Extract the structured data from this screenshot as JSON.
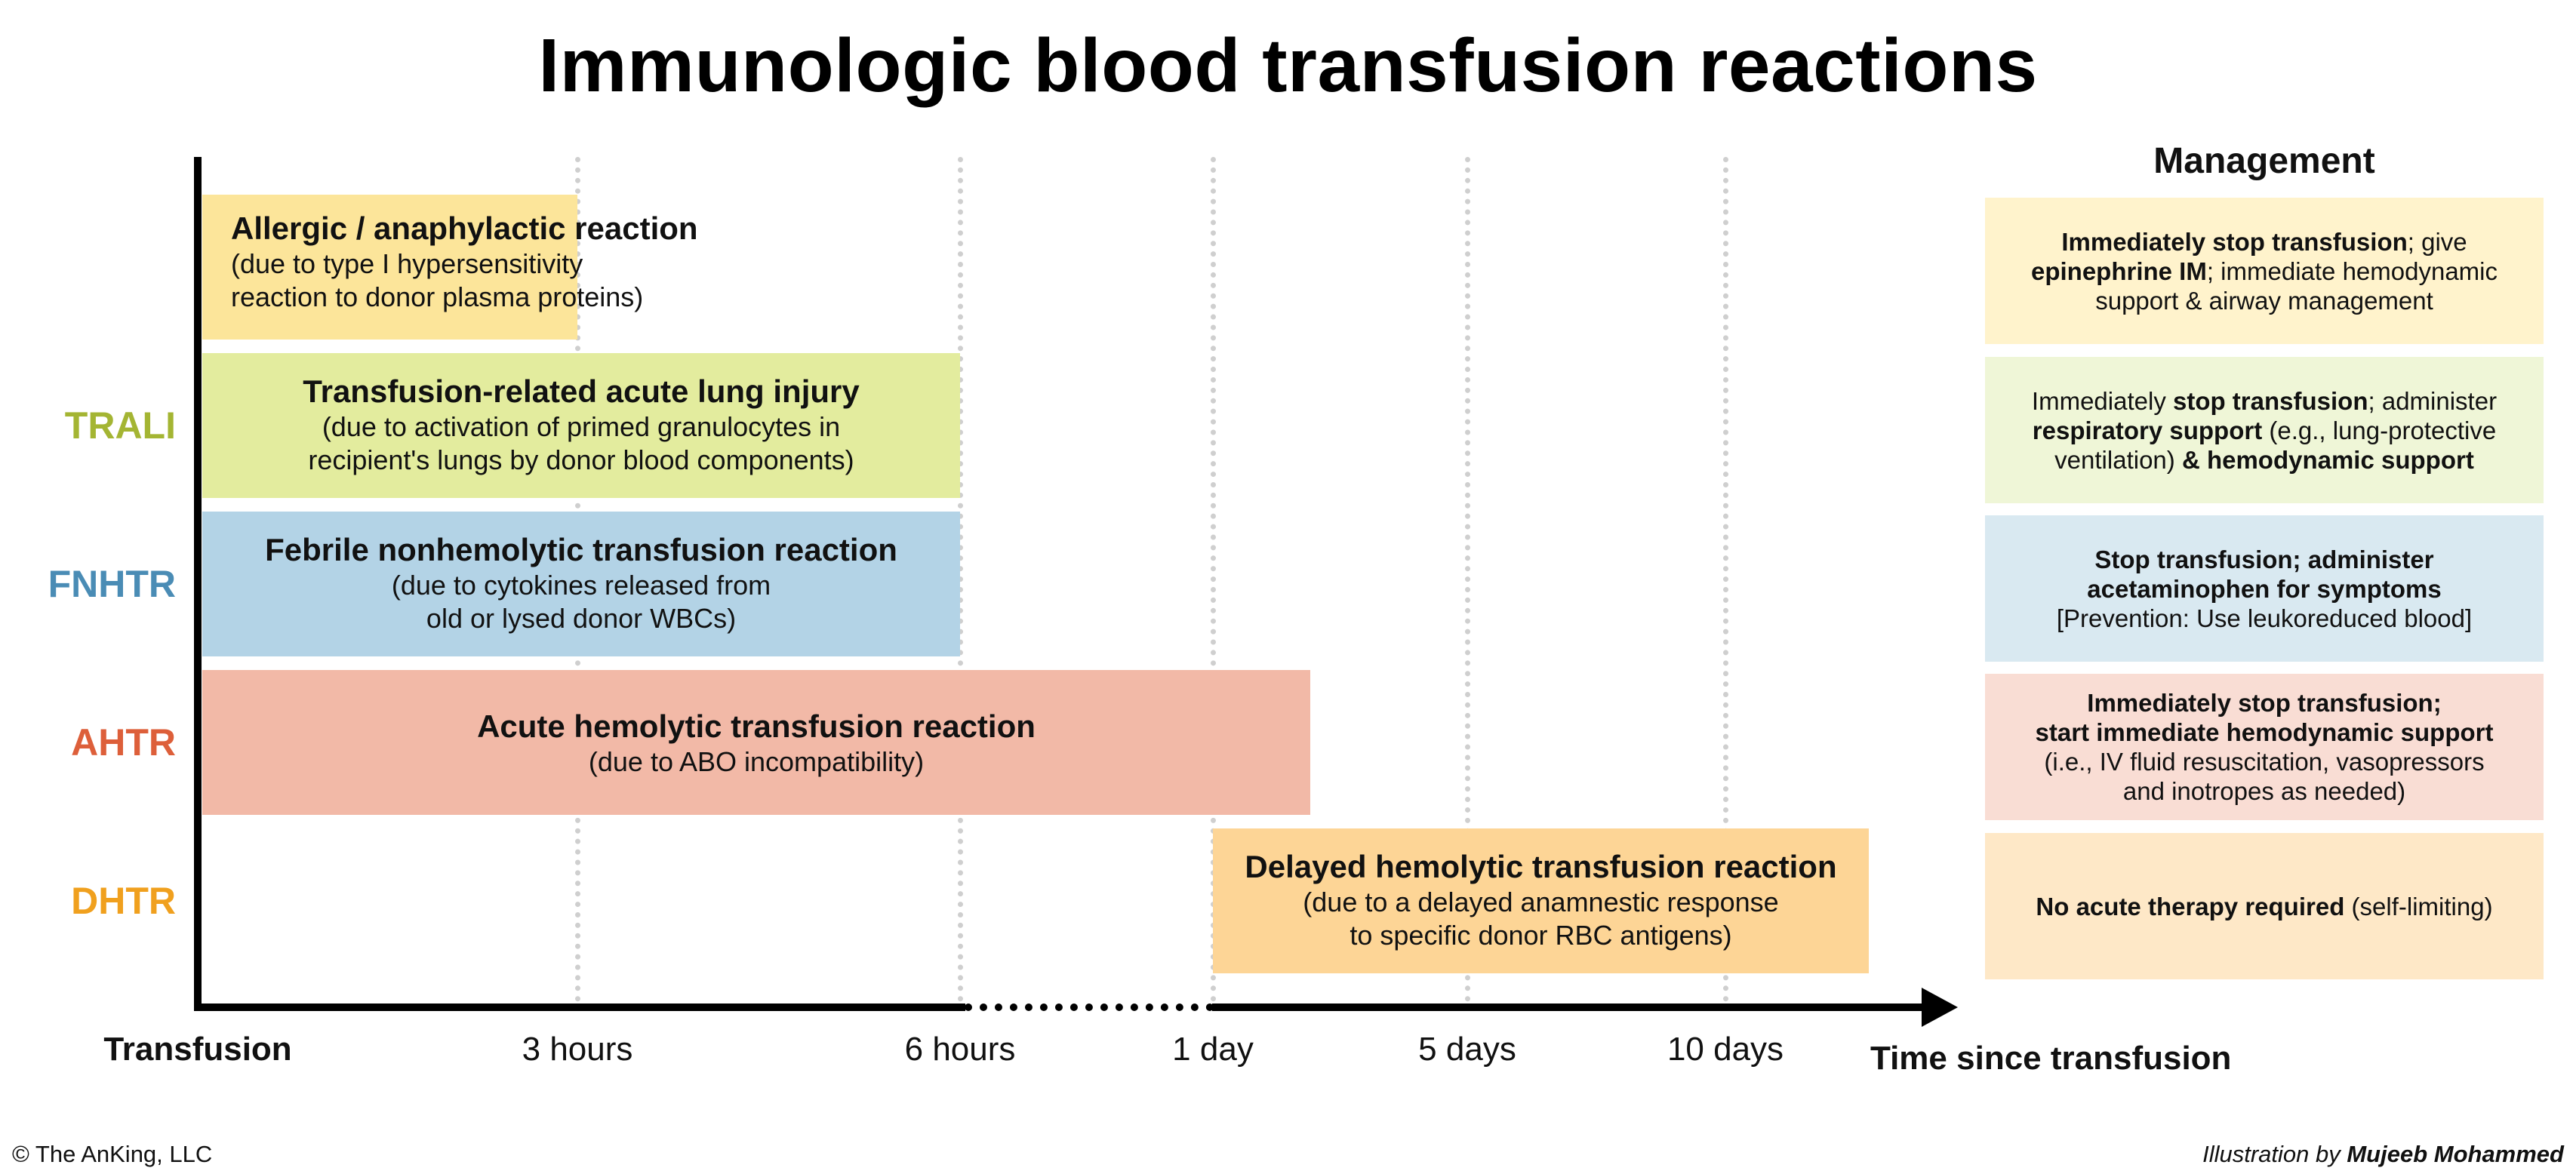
{
  "title": "Immunologic blood transfusion reactions",
  "x_axis": {
    "title": "Time since transfusion",
    "ticks": [
      "Transfusion",
      "3 hours",
      "6 hours",
      "1 day",
      "5 days",
      "10 days"
    ]
  },
  "rows": [
    {
      "abbr": "",
      "name": "Allergic / anaphylactic reaction",
      "cause_lines": [
        "(due to type I hypersensitivity",
        "reaction to donor plasma proteins)"
      ],
      "color": "#fce59a",
      "start": "Transfusion",
      "end": "3 hours"
    },
    {
      "abbr": "TRALI",
      "abbr_color": "#a4b533",
      "name": "Transfusion-related acute lung injury",
      "cause_lines": [
        "(due to activation of primed granulocytes in",
        "recipient's lungs by donor blood components)"
      ],
      "color": "#e3ec9e",
      "start": "Transfusion",
      "end": "6 hours"
    },
    {
      "abbr": "FNHTR",
      "abbr_color": "#4a8cb5",
      "name": "Febrile nonhemolytic transfusion reaction",
      "cause_lines": [
        "(due to cytokines released from",
        "old or lysed donor WBCs)"
      ],
      "color": "#b3d3e6",
      "start": "Transfusion",
      "end": "6 hours"
    },
    {
      "abbr": "AHTR",
      "abbr_color": "#dd5f3a",
      "name": "Acute hemolytic transfusion reaction",
      "cause_lines": [
        "(due to ABO incompatibility)"
      ],
      "color": "#f2b9a7",
      "start": "Transfusion",
      "end": "1 day+"
    },
    {
      "abbr": "DHTR",
      "abbr_color": "#f0a01e",
      "name": "Delayed hemolytic transfusion reaction",
      "cause_lines": [
        "(due to a delayed anamnestic response",
        "to specific donor RBC antigens)"
      ],
      "color": "#fdd596",
      "start": "1 day",
      "end": "10 days+"
    }
  ],
  "management": {
    "title": "Management",
    "boxes": [
      {
        "color": "#fff3cc",
        "lines": [
          [
            {
              "t": "Immediately stop transfusion",
              "b": true
            },
            {
              "t": "; give",
              "b": false
            }
          ],
          [
            {
              "t": "epinephrine IM",
              "b": true
            },
            {
              "t": "; immediate hemodynamic",
              "b": false
            }
          ],
          [
            {
              "t": "support & airway management",
              "b": false
            }
          ]
        ]
      },
      {
        "color": "#eff6d7",
        "lines": [
          [
            {
              "t": "Immediately ",
              "b": false
            },
            {
              "t": "stop transfusion",
              "b": true
            },
            {
              "t": "; administer",
              "b": false
            }
          ],
          [
            {
              "t": "respiratory support",
              "b": true
            },
            {
              "t": " (e.g., lung-protective",
              "b": false
            }
          ],
          [
            {
              "t": "ventilation) ",
              "b": false
            },
            {
              "t": "& hemodynamic support",
              "b": true
            }
          ]
        ]
      },
      {
        "color": "#d9e9f1",
        "lines": [
          [
            {
              "t": "Stop transfusion; administer",
              "b": true
            }
          ],
          [
            {
              "t": "acetaminophen for symptoms",
              "b": true
            }
          ],
          [
            {
              "t": "[Prevention: Use leukoreduced blood]",
              "b": false
            }
          ]
        ]
      },
      {
        "color": "#f9ddd4",
        "lines": [
          [
            {
              "t": "Immediately stop transfusion;",
              "b": true
            }
          ],
          [
            {
              "t": "start immediate hemodynamic support",
              "b": true
            }
          ],
          [
            {
              "t": "(i.e., IV fluid resuscitation, vasopressors",
              "b": false
            }
          ],
          [
            {
              "t": "and inotropes as needed)",
              "b": false
            }
          ]
        ]
      },
      {
        "color": "#fee8c7",
        "lines": [
          [
            {
              "t": "No acute therapy required",
              "b": true
            },
            {
              "t": " (self-limiting)",
              "b": false
            }
          ]
        ]
      }
    ]
  },
  "footer": {
    "copyright": "© The AnKing, LLC",
    "credit_prefix": "Illustration by ",
    "credit_name": "Mujeeb Mohammed"
  }
}
